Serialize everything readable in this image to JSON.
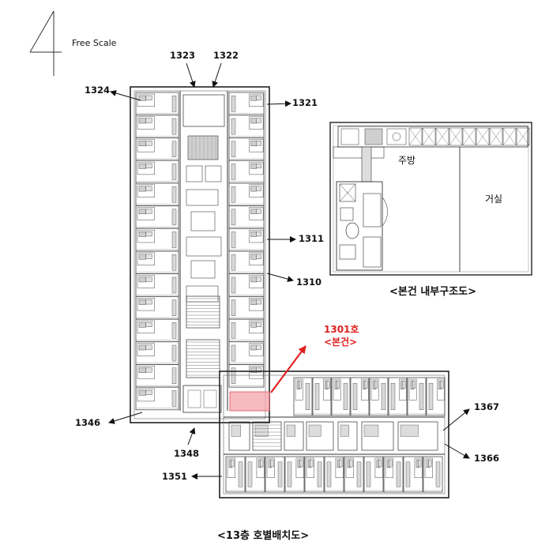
{
  "scale_note": "Free Scale",
  "north_icon": "north-arrow-icon",
  "unit_labels": {
    "u1323": "1323",
    "u1322": "1322",
    "u1324": "1324",
    "u1321": "1321",
    "u1311": "1311",
    "u1310": "1310",
    "u1346": "1346",
    "u1348": "1348",
    "u1351": "1351",
    "u1367": "1367",
    "u1366": "1366"
  },
  "highlight": {
    "line1": "1301호",
    "line2": "<본건>",
    "color": "#e02020"
  },
  "inset": {
    "kitchen": "주방",
    "living": "거실",
    "caption": "<본건 내부구조도>"
  },
  "floor_caption": "<13층 호별배치도>"
}
